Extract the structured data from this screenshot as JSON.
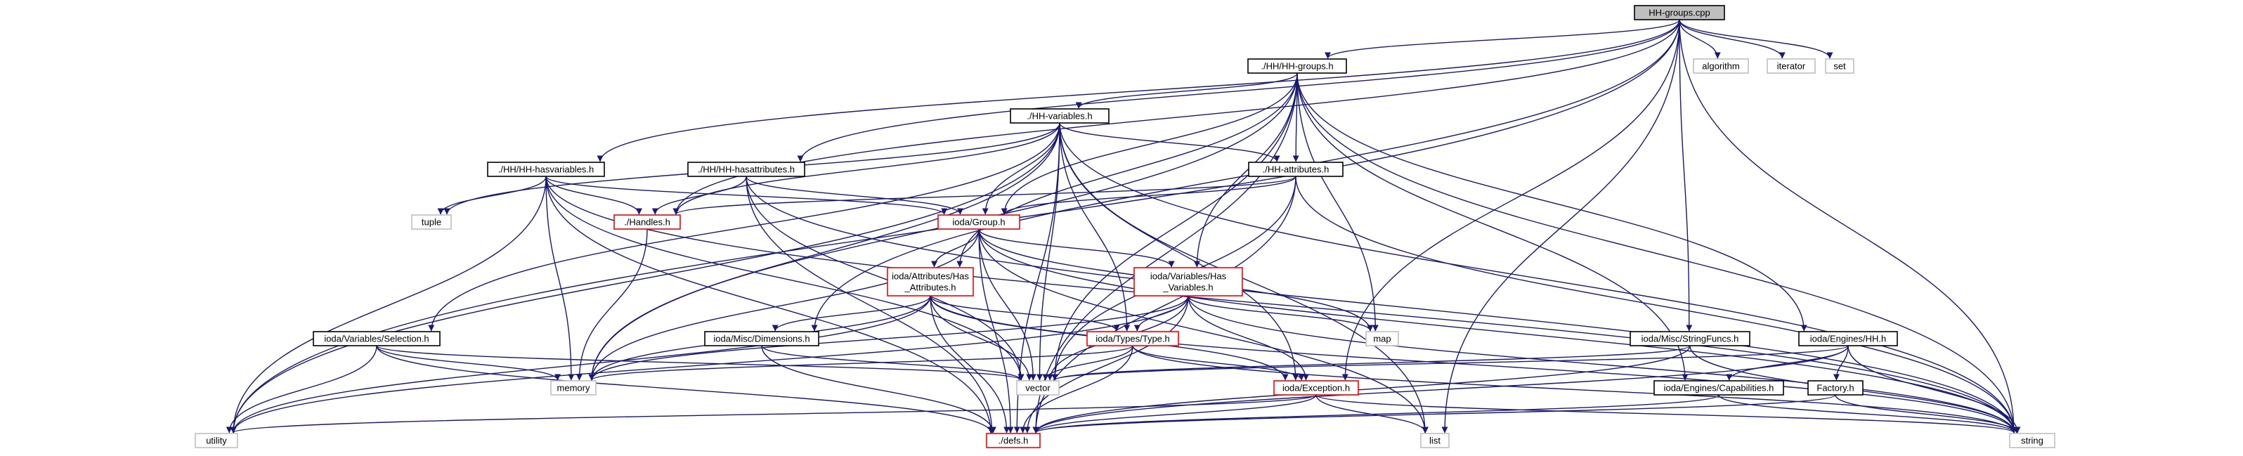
{
  "colors": {
    "edge": "#191970",
    "root_fill": "#bfbfbf",
    "red_border": "#ff0000",
    "system_border": "#bfbfbf"
  },
  "nodes": [
    {
      "id": "hh_groups_cpp",
      "lines": [
        "HH-groups.cpp"
      ],
      "kind": "root"
    },
    {
      "id": "hh_groups_h",
      "lines": [
        "./HH/HH-groups.h"
      ],
      "kind": "normal"
    },
    {
      "id": "algorithm",
      "lines": [
        "algorithm"
      ],
      "kind": "sys"
    },
    {
      "id": "iterator",
      "lines": [
        "iterator"
      ],
      "kind": "sys"
    },
    {
      "id": "set",
      "lines": [
        "set"
      ],
      "kind": "sys"
    },
    {
      "id": "hh_variables_h",
      "lines": [
        "./HH-variables.h"
      ],
      "kind": "normal"
    },
    {
      "id": "hh_hasvariables_h",
      "lines": [
        "./HH/HH-hasvariables.h"
      ],
      "kind": "normal"
    },
    {
      "id": "hh_hasattributes_h",
      "lines": [
        "./HH/HH-hasattributes.h"
      ],
      "kind": "normal"
    },
    {
      "id": "hh_attributes_h",
      "lines": [
        "./HH-attributes.h"
      ],
      "kind": "normal"
    },
    {
      "id": "tuple",
      "lines": [
        "tuple"
      ],
      "kind": "sys"
    },
    {
      "id": "handles_h",
      "lines": [
        "./Handles.h"
      ],
      "kind": "red"
    },
    {
      "id": "group_h",
      "lines": [
        "ioda/Group.h"
      ],
      "kind": "red"
    },
    {
      "id": "attr_has_attributes_h",
      "lines": [
        "ioda/Attributes/Has",
        "_Attributes.h"
      ],
      "kind": "red"
    },
    {
      "id": "var_has_variables_h",
      "lines": [
        "ioda/Variables/Has",
        "_Variables.h"
      ],
      "kind": "red"
    },
    {
      "id": "var_selection_h",
      "lines": [
        "ioda/Variables/Selection.h"
      ],
      "kind": "normal"
    },
    {
      "id": "misc_dimensions_h",
      "lines": [
        "ioda/Misc/Dimensions.h"
      ],
      "kind": "normal"
    },
    {
      "id": "types_type_h",
      "lines": [
        "ioda/Types/Type.h"
      ],
      "kind": "red"
    },
    {
      "id": "map",
      "lines": [
        "map"
      ],
      "kind": "sys"
    },
    {
      "id": "misc_stringfuncs_h",
      "lines": [
        "ioda/Misc/StringFuncs.h"
      ],
      "kind": "normal"
    },
    {
      "id": "engines_hh_h",
      "lines": [
        "ioda/Engines/HH.h"
      ],
      "kind": "normal"
    },
    {
      "id": "factory_h",
      "lines": [
        "Factory.h"
      ],
      "kind": "normal"
    },
    {
      "id": "engines_capabilities_h",
      "lines": [
        "ioda/Engines/Capabilities.h"
      ],
      "kind": "normal"
    },
    {
      "id": "exception_h",
      "lines": [
        "ioda/Exception.h"
      ],
      "kind": "red"
    },
    {
      "id": "memory",
      "lines": [
        "memory"
      ],
      "kind": "sys"
    },
    {
      "id": "vector",
      "lines": [
        "vector"
      ],
      "kind": "sys"
    },
    {
      "id": "utility",
      "lines": [
        "utility"
      ],
      "kind": "sys"
    },
    {
      "id": "defs_h",
      "lines": [
        "./defs.h"
      ],
      "kind": "red"
    },
    {
      "id": "list",
      "lines": [
        "list"
      ],
      "kind": "sys"
    },
    {
      "id": "string",
      "lines": [
        "string"
      ],
      "kind": "sys"
    }
  ],
  "edges": [
    [
      "hh_groups_cpp",
      "hh_groups_h"
    ],
    [
      "hh_groups_cpp",
      "algorithm"
    ],
    [
      "hh_groups_cpp",
      "iterator"
    ],
    [
      "hh_groups_cpp",
      "set"
    ],
    [
      "hh_groups_cpp",
      "hh_hasvariables_h"
    ],
    [
      "hh_groups_cpp",
      "hh_hasattributes_h"
    ],
    [
      "hh_groups_cpp",
      "handles_h"
    ],
    [
      "hh_groups_cpp",
      "misc_dimensions_h"
    ],
    [
      "hh_groups_cpp",
      "misc_stringfuncs_h"
    ],
    [
      "hh_groups_cpp",
      "exception_h"
    ],
    [
      "hh_groups_cpp",
      "utility"
    ],
    [
      "hh_groups_cpp",
      "list"
    ],
    [
      "hh_groups_cpp",
      "string"
    ],
    [
      "hh_groups_h",
      "hh_variables_h"
    ],
    [
      "hh_groups_h",
      "hh_attributes_h"
    ],
    [
      "hh_groups_h",
      "group_h"
    ],
    [
      "hh_groups_h",
      "attr_has_attributes_h"
    ],
    [
      "hh_groups_h",
      "var_has_variables_h"
    ],
    [
      "hh_groups_h",
      "engines_hh_h"
    ],
    [
      "hh_groups_h",
      "engines_capabilities_h"
    ],
    [
      "hh_groups_h",
      "map"
    ],
    [
      "hh_groups_h",
      "vector"
    ],
    [
      "hh_groups_h",
      "string"
    ],
    [
      "hh_groups_h",
      "defs_h"
    ],
    [
      "hh_groups_h",
      "memory"
    ],
    [
      "hh_variables_h",
      "hh_attributes_h"
    ],
    [
      "hh_variables_h",
      "handles_h"
    ],
    [
      "hh_variables_h",
      "group_h"
    ],
    [
      "hh_variables_h",
      "var_selection_h"
    ],
    [
      "hh_variables_h",
      "types_type_h"
    ],
    [
      "hh_variables_h",
      "tuple"
    ],
    [
      "hh_variables_h",
      "memory"
    ],
    [
      "hh_variables_h",
      "vector"
    ],
    [
      "hh_variables_h",
      "utility"
    ],
    [
      "hh_variables_h",
      "defs_h"
    ],
    [
      "hh_variables_h",
      "list"
    ],
    [
      "hh_variables_h",
      "string"
    ],
    [
      "hh_variables_h",
      "exception_h"
    ],
    [
      "hh_hasvariables_h",
      "handles_h"
    ],
    [
      "hh_hasvariables_h",
      "group_h"
    ],
    [
      "hh_hasvariables_h",
      "tuple"
    ],
    [
      "hh_hasvariables_h",
      "memory"
    ],
    [
      "hh_hasvariables_h",
      "vector"
    ],
    [
      "hh_hasvariables_h",
      "utility"
    ],
    [
      "hh_hasvariables_h",
      "defs_h"
    ],
    [
      "hh_hasvariables_h",
      "string"
    ],
    [
      "hh_hasattributes_h",
      "handles_h"
    ],
    [
      "hh_hasattributes_h",
      "group_h"
    ],
    [
      "hh_hasattributes_h",
      "vector"
    ],
    [
      "hh_hasattributes_h",
      "defs_h"
    ],
    [
      "hh_hasattributes_h",
      "string"
    ],
    [
      "hh_attributes_h",
      "handles_h"
    ],
    [
      "hh_attributes_h",
      "group_h"
    ],
    [
      "hh_attributes_h",
      "vector"
    ],
    [
      "hh_attributes_h",
      "defs_h"
    ],
    [
      "hh_attributes_h",
      "string"
    ],
    [
      "handles_h",
      "memory"
    ],
    [
      "group_h",
      "attr_has_attributes_h"
    ],
    [
      "group_h",
      "var_has_variables_h"
    ],
    [
      "group_h",
      "map"
    ],
    [
      "group_h",
      "list"
    ],
    [
      "group_h",
      "memory"
    ],
    [
      "group_h",
      "vector"
    ],
    [
      "group_h",
      "defs_h"
    ],
    [
      "group_h",
      "string"
    ],
    [
      "attr_has_attributes_h",
      "misc_dimensions_h"
    ],
    [
      "attr_has_attributes_h",
      "types_type_h"
    ],
    [
      "attr_has_attributes_h",
      "exception_h"
    ],
    [
      "attr_has_attributes_h",
      "memory"
    ],
    [
      "attr_has_attributes_h",
      "vector"
    ],
    [
      "attr_has_attributes_h",
      "utility"
    ],
    [
      "attr_has_attributes_h",
      "defs_h"
    ],
    [
      "attr_has_attributes_h",
      "string"
    ],
    [
      "var_has_variables_h",
      "types_type_h"
    ],
    [
      "var_has_variables_h",
      "exception_h"
    ],
    [
      "var_has_variables_h",
      "map"
    ],
    [
      "var_has_variables_h",
      "memory"
    ],
    [
      "var_has_variables_h",
      "vector"
    ],
    [
      "var_has_variables_h",
      "utility"
    ],
    [
      "var_has_variables_h",
      "defs_h"
    ],
    [
      "var_has_variables_h",
      "string"
    ],
    [
      "var_selection_h",
      "memory"
    ],
    [
      "var_selection_h",
      "vector"
    ],
    [
      "var_selection_h",
      "utility"
    ],
    [
      "var_selection_h",
      "defs_h"
    ],
    [
      "misc_dimensions_h",
      "vector"
    ],
    [
      "misc_dimensions_h",
      "defs_h"
    ],
    [
      "types_type_h",
      "exception_h"
    ],
    [
      "types_type_h",
      "memory"
    ],
    [
      "types_type_h",
      "vector"
    ],
    [
      "types_type_h",
      "defs_h"
    ],
    [
      "types_type_h",
      "string"
    ],
    [
      "misc_stringfuncs_h",
      "vector"
    ],
    [
      "misc_stringfuncs_h",
      "string"
    ],
    [
      "misc_stringfuncs_h",
      "defs_h"
    ],
    [
      "engines_hh_h",
      "factory_h"
    ],
    [
      "engines_hh_h",
      "engines_capabilities_h"
    ],
    [
      "engines_hh_h",
      "vector"
    ],
    [
      "engines_hh_h",
      "defs_h"
    ],
    [
      "engines_hh_h",
      "string"
    ],
    [
      "factory_h",
      "defs_h"
    ],
    [
      "factory_h",
      "string"
    ],
    [
      "engines_capabilities_h",
      "defs_h"
    ],
    [
      "engines_capabilities_h",
      "string"
    ],
    [
      "exception_h",
      "defs_h"
    ],
    [
      "exception_h",
      "list"
    ],
    [
      "exception_h",
      "string"
    ],
    [
      "exception_h",
      "utility"
    ]
  ]
}
